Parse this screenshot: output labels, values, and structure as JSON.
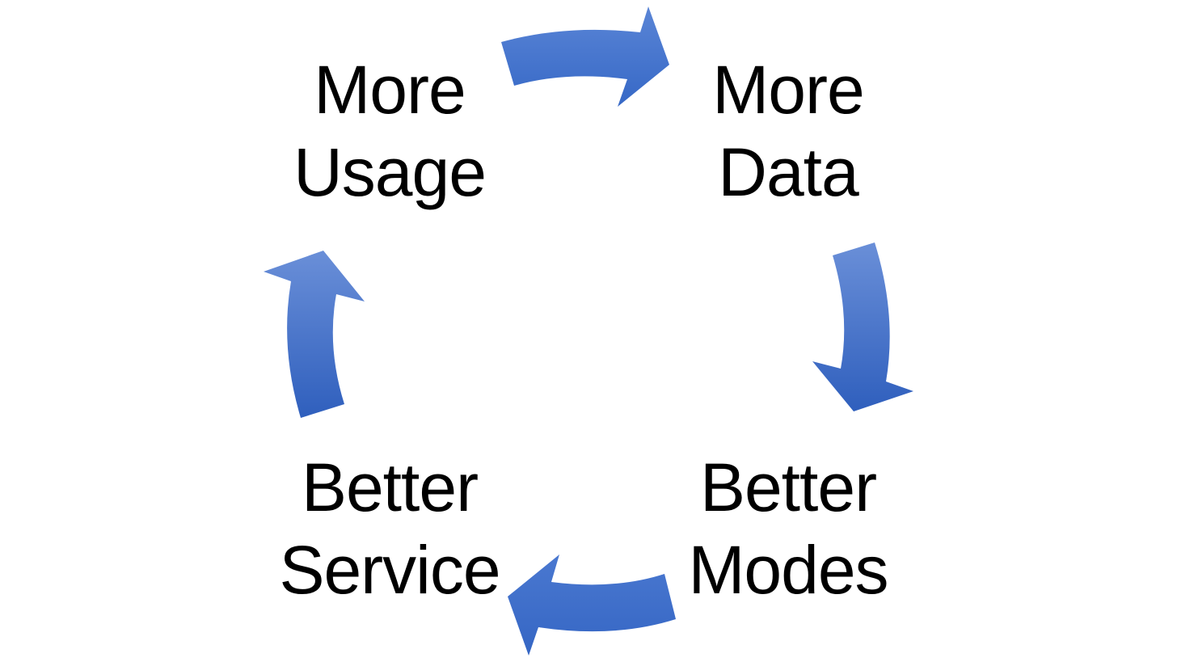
{
  "nodes": [
    {
      "id": "more-usage",
      "lines": [
        "More",
        "Usage"
      ]
    },
    {
      "id": "more-data",
      "lines": [
        "More",
        "Data"
      ]
    },
    {
      "id": "better-modes",
      "lines": [
        "Better",
        "Modes"
      ]
    },
    {
      "id": "better-service",
      "lines": [
        "Better",
        "Service"
      ]
    }
  ],
  "edges": [
    {
      "from": "more-usage",
      "to": "more-data"
    },
    {
      "from": "more-data",
      "to": "better-modes"
    },
    {
      "from": "better-modes",
      "to": "better-service"
    },
    {
      "from": "better-service",
      "to": "more-usage"
    }
  ],
  "colors": {
    "arrow_light": "#5a85d6",
    "arrow_dark": "#2f5fbd",
    "text": "#000000",
    "background": "#ffffff"
  }
}
